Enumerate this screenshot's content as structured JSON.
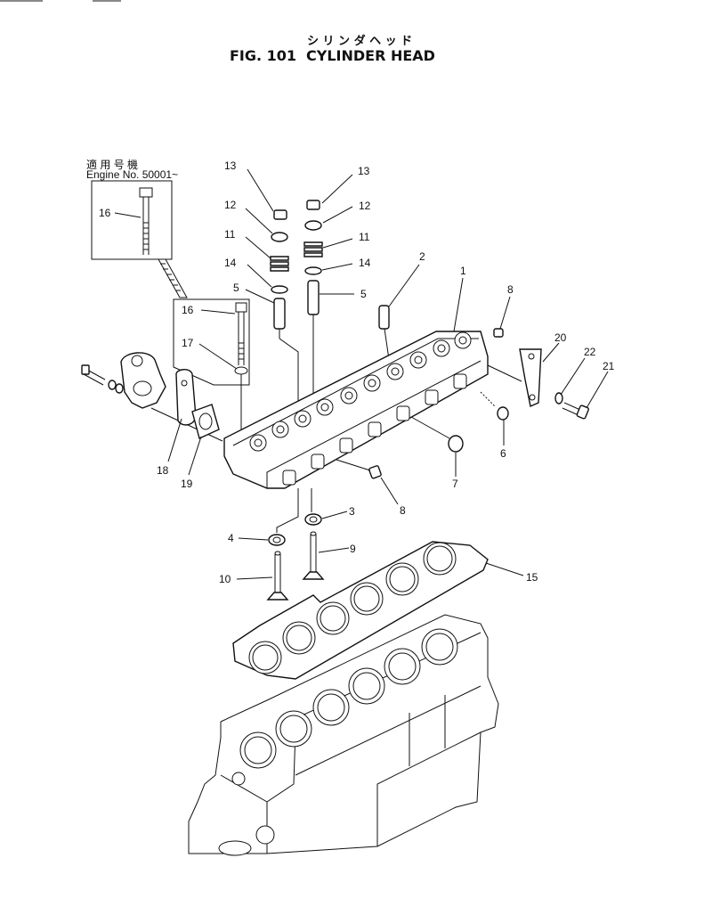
{
  "header": {
    "title_jp": "シ リ ン ダ ヘ ッ ド",
    "fig_no": "FIG. 101",
    "fig_title": "CYLINDER HEAD"
  },
  "inset": {
    "jp_label": "適 用 号 機",
    "engine_label": "Engine No. 50001~"
  },
  "callouts": [
    {
      "id": "c13a",
      "text": "13"
    },
    {
      "id": "c13b",
      "text": "13"
    },
    {
      "id": "c12a",
      "text": "12"
    },
    {
      "id": "c12b",
      "text": "12"
    },
    {
      "id": "c11a",
      "text": "11"
    },
    {
      "id": "c11b",
      "text": "11"
    },
    {
      "id": "c14a",
      "text": "14"
    },
    {
      "id": "c14b",
      "text": "14"
    },
    {
      "id": "c5a",
      "text": "5"
    },
    {
      "id": "c5b",
      "text": "5"
    },
    {
      "id": "c2",
      "text": "2"
    },
    {
      "id": "c1",
      "text": "1"
    },
    {
      "id": "c8a",
      "text": "8"
    },
    {
      "id": "c20",
      "text": "20"
    },
    {
      "id": "c22",
      "text": "22"
    },
    {
      "id": "c21",
      "text": "21"
    },
    {
      "id": "c16a",
      "text": "16"
    },
    {
      "id": "c16b",
      "text": "16"
    },
    {
      "id": "c17",
      "text": "17"
    },
    {
      "id": "c18",
      "text": "18"
    },
    {
      "id": "c19",
      "text": "19"
    },
    {
      "id": "c6",
      "text": "6"
    },
    {
      "id": "c7",
      "text": "7"
    },
    {
      "id": "c8b",
      "text": "8"
    },
    {
      "id": "c3",
      "text": "3"
    },
    {
      "id": "c4",
      "text": "4"
    },
    {
      "id": "c9",
      "text": "9"
    },
    {
      "id": "c10",
      "text": "10"
    },
    {
      "id": "c15",
      "text": "15"
    }
  ]
}
